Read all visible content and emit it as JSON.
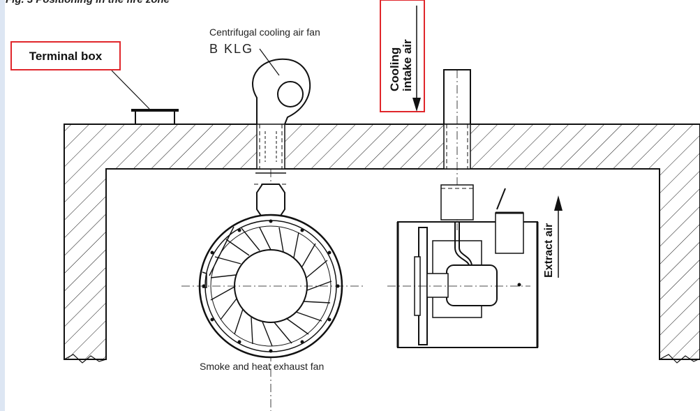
{
  "figure": {
    "caption": "Fig. 3 Positioning in the fire zone"
  },
  "labels": {
    "terminal_box": "Terminal box",
    "cooling_fan": "Centrifugal cooling air fan",
    "fan_code": "B KLG",
    "cooling_line1": "Cooling",
    "cooling_line2": "intake air",
    "extract_air": "Extract air",
    "smoke_fan": "Smoke and heat exhaust fan"
  },
  "colors": {
    "highlight_box": "#e0262b",
    "line": "#111111",
    "left_bar": "#dde6f3"
  }
}
